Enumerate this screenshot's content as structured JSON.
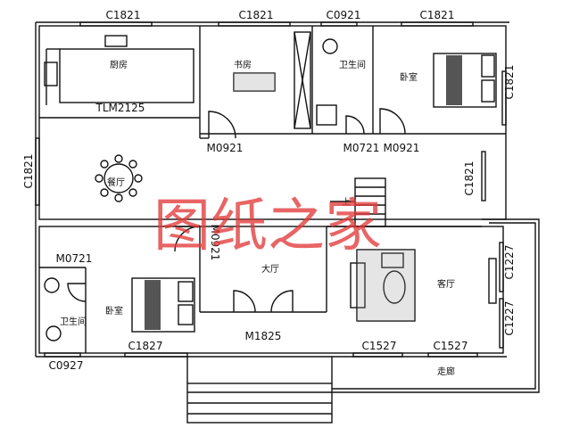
{
  "watermark": "图纸之家",
  "rooms": {
    "kitchen": "厨房",
    "study": "书房",
    "bathroom_top": "卫生间",
    "bedroom_right": "卧室",
    "dining": "餐厅",
    "stair_up": "上",
    "living_hall": "大厅",
    "living_room": "客厅",
    "bedroom_left": "卧室",
    "bathroom_left": "卫生间",
    "corridor": "走廊"
  },
  "windows": {
    "top_1": "C1821",
    "top_2": "C1821",
    "top_3": "C0921",
    "top_4": "C1821",
    "right_bedroom": "C1821",
    "right_stair": "C1821",
    "left_dining": "C1821",
    "right_1": "C1227",
    "right_2": "C1227",
    "bottom_1": "C1527",
    "bottom_2": "C1527",
    "bottom_bedroom": "C1827",
    "bottom_bath": "C0927",
    "kitchen_counter": "TLM2125"
  },
  "doors": {
    "study": "M0921",
    "bathroom_top": "M0721",
    "bedroom_right": "M0921",
    "bathroom_left": "M0721",
    "bedroom_left": "M0921",
    "main": "M1825"
  }
}
